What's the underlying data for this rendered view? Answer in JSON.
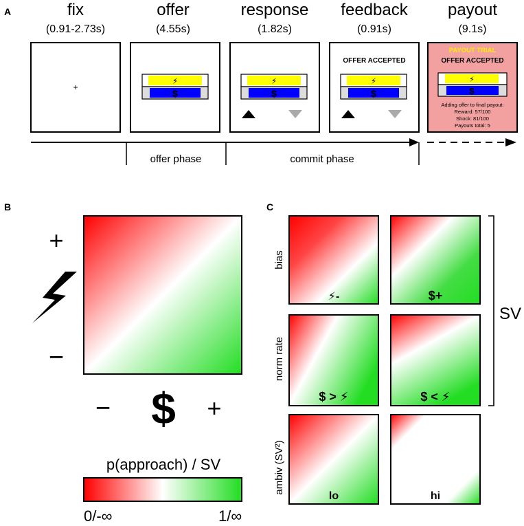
{
  "panel_a": {
    "letter": "A",
    "stages": [
      {
        "title": "fix",
        "duration": "(0.91-2.73s)"
      },
      {
        "title": "offer",
        "duration": "(4.55s)"
      },
      {
        "title": "response",
        "duration": "(1.82s)"
      },
      {
        "title": "feedback",
        "duration": "(0.91s)"
      },
      {
        "title": "payout",
        "duration": "(9.1s)"
      }
    ],
    "fixation_mark": "+",
    "offer_reward_symbol": "⚡",
    "offer_money_symbol": "$",
    "feedback_text": "OFFER ACCEPTED",
    "payout": {
      "trial_label": "PAYOUT TRIAL",
      "accepted_label": "OFFER ACCEPTED",
      "lines": [
        "Adding offer to final payout:",
        "Reward: 57/100",
        "Shock: 81/100",
        "Payouts total: 5"
      ]
    },
    "phases": [
      "offer phase",
      "commit phase"
    ]
  },
  "panel_b": {
    "letter": "B",
    "shock_plus": "+",
    "shock_minus": "−",
    "money_minus": "−",
    "money_symbol": "$",
    "money_plus": "+",
    "colorbar_title": "p(approach) / SV",
    "colorbar_min": "0/-∞",
    "colorbar_max": "1/∞"
  },
  "panel_c": {
    "letter": "C",
    "row_labels": [
      "bias",
      "norm rate",
      "ambiv (SV²)"
    ],
    "tiles": [
      {
        "label": "⚡-"
      },
      {
        "label": "$+"
      },
      {
        "label": "$ > ⚡"
      },
      {
        "label": "$ < ⚡"
      },
      {
        "label": "lo"
      },
      {
        "label": "hi"
      }
    ],
    "bracket_label": "SV"
  },
  "colors": {
    "red": "#ff0000",
    "green": "#22dd22",
    "yellow": "#ffff00",
    "blue": "#0000ff",
    "payout_bg": "#f2a0a0"
  }
}
